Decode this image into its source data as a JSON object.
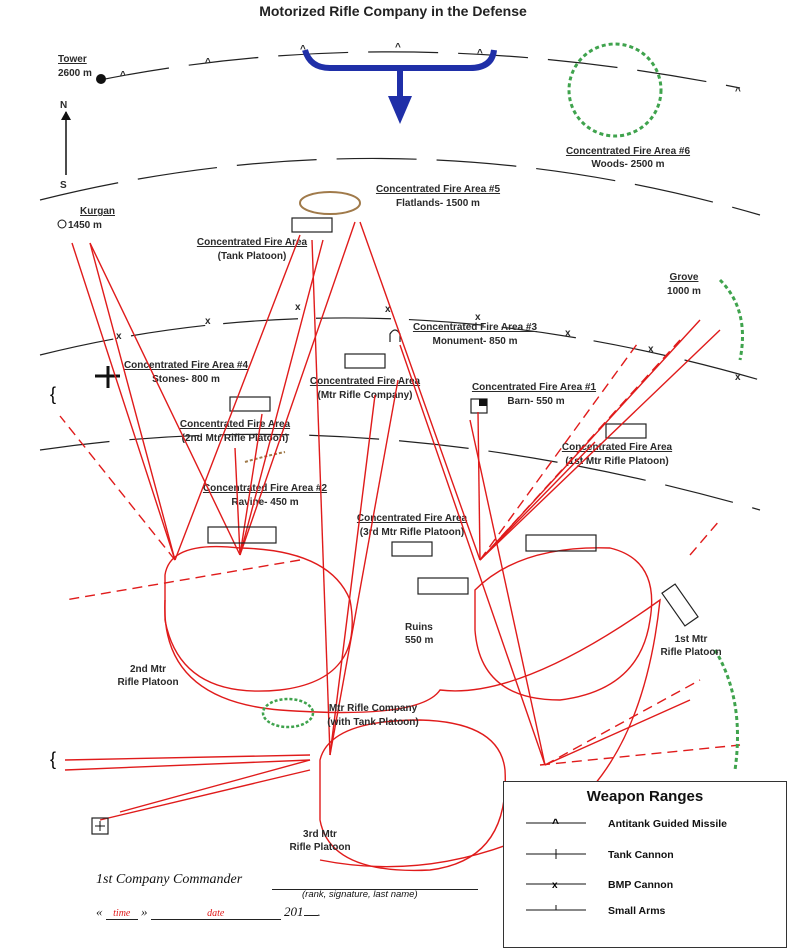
{
  "title": "Motorized Rifle Company in the Defense",
  "landmarks": {
    "tower": {
      "name": "Tower",
      "range": "2600 m"
    },
    "kurgan": {
      "name": "Kurgan",
      "range": "1450 m"
    },
    "grove": {
      "name": "Grove",
      "range": "1000 m"
    },
    "north": "N",
    "south": "S"
  },
  "fire_areas": {
    "cfa6": {
      "name": "Concentrated Fire Area #6",
      "target": "Woods- 2500 m"
    },
    "cfa5": {
      "name": "Concentrated Fire Area #5",
      "target": "Flatlands- 1500 m"
    },
    "cfa_tank": {
      "name": "Concentrated Fire Area",
      "target": "(Tank Platoon)"
    },
    "cfa3": {
      "name": "Concentrated Fire Area #3",
      "target": "Monument- 850 m"
    },
    "cfa4": {
      "name": "Concentrated Fire Area #4",
      "target": "Stones- 800 m"
    },
    "cfa_mrc": {
      "name": "Concentrated Fire Area",
      "target": "(Mtr Rifle Company)"
    },
    "cfa1": {
      "name": "Concentrated Fire Area #1",
      "target": "Barn- 550 m"
    },
    "cfa_2nd": {
      "name": "Concentrated Fire Area",
      "target": "(2nd Mtr Rifle Platoon)"
    },
    "cfa_1st": {
      "name": "Concentrated Fire Area",
      "target": "(1st Mtr Rifle Platoon)"
    },
    "cfa2": {
      "name": "Concentrated Fire Area #2",
      "target": "Ravine- 450 m"
    },
    "cfa_3rd": {
      "name": "Concentrated Fire Area",
      "target": "(3rd Mtr Rifle Platoon)"
    }
  },
  "units": {
    "ruins": {
      "name": "Ruins",
      "range": "550 m"
    },
    "platoon2": {
      "line1": "2nd Mtr",
      "line2": "Rifle Platoon"
    },
    "platoon1": {
      "line1": "1st Mtr",
      "line2": "Rifle Platoon"
    },
    "platoon3": {
      "line1": "3rd Mtr",
      "line2": "Rifle Platoon"
    },
    "company": {
      "line1": "Mtr Rifle Company",
      "line2": "(with Tank Platoon)"
    }
  },
  "legend": {
    "title": "Weapon Ranges",
    "items": [
      {
        "symbol": "^",
        "label": "Antitank Guided Missile"
      },
      {
        "symbol": "|",
        "label": "Tank Cannon"
      },
      {
        "symbol": "x",
        "label": "BMP Cannon"
      },
      {
        "symbol": "⊥",
        "label": "Small Arms"
      }
    ]
  },
  "footer": {
    "commander": "1st Company Commander",
    "signature_note": "(rank, signature, last name)",
    "open_quote": "«",
    "time": "time",
    "close_quote": "»",
    "date": "date",
    "year": "201",
    "end": "."
  },
  "colors": {
    "accent_red": "#e01b1b",
    "arrow_blue": "#1f2fa8",
    "trees_green": "#3fa34d"
  }
}
